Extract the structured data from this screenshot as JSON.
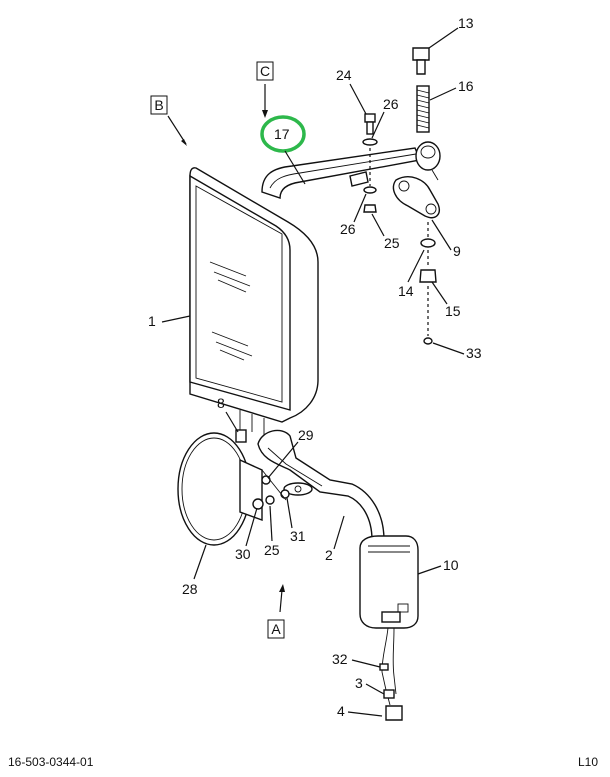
{
  "document_id": "16-503-0344-01",
  "page_code": "L10",
  "view_labels": [
    "A",
    "B",
    "C"
  ],
  "callouts": [
    "1",
    "2",
    "3",
    "4",
    "8",
    "9",
    "10",
    "13",
    "14",
    "15",
    "16",
    "17",
    "24",
    "25",
    "26",
    "28",
    "29",
    "30",
    "31",
    "32",
    "33"
  ],
  "highlight_callout": "17",
  "highlight_color": "#2db84b"
}
